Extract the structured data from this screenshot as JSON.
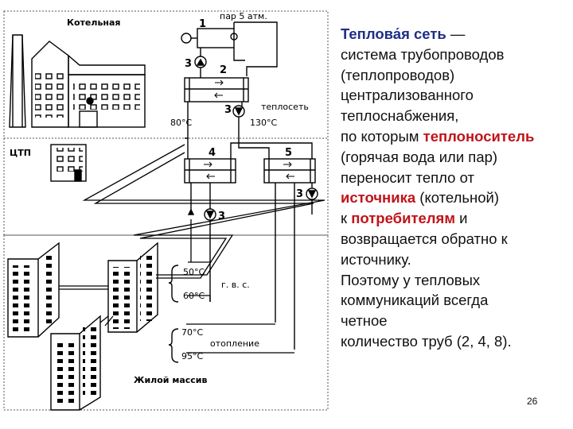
{
  "diagram": {
    "zone_boiler": "Котельная",
    "zone_ctp": "ЦТП",
    "zone_residential": "Жилой массив",
    "steam": "пар 5 атм.",
    "heat_network": "теплосеть",
    "t_left": "80°C",
    "t_right": "130°C",
    "hot_water": "г. в. с.",
    "heating": "отопление",
    "hw_supply": "50°C",
    "hw_return": "60°C",
    "heat_supply": "70°C",
    "heat_return": "95°C",
    "n1": "1",
    "n2": "2",
    "n3": "3",
    "n4": "4",
    "n5": "5"
  },
  "text": {
    "title": "Теплова́я сеть",
    "dash": "—",
    "line1": "система трубопроводов",
    "line2": "(теплопроводов)",
    "line3": "централизованного",
    "line4": "теплоснабжения,",
    "line5_pre": "по которым ",
    "kw_heat_carrier": "теплоноситель",
    "line6": "(горячая вода или пар)",
    "line7": "переносит тепло от",
    "kw_source": "источника",
    "line8_post": " (котельной)",
    "line9_pre": "к ",
    "kw_consumers": "потребителям",
    "line9_post": " и",
    "line10": "возвращается обратно к",
    "line11": "источнику.",
    "line12": "Поэтому у тепловых",
    "line13": "коммуникаций всегда",
    "line14": "четное",
    "line15": "количество труб (2, 4, 8)."
  },
  "page_number": "26"
}
